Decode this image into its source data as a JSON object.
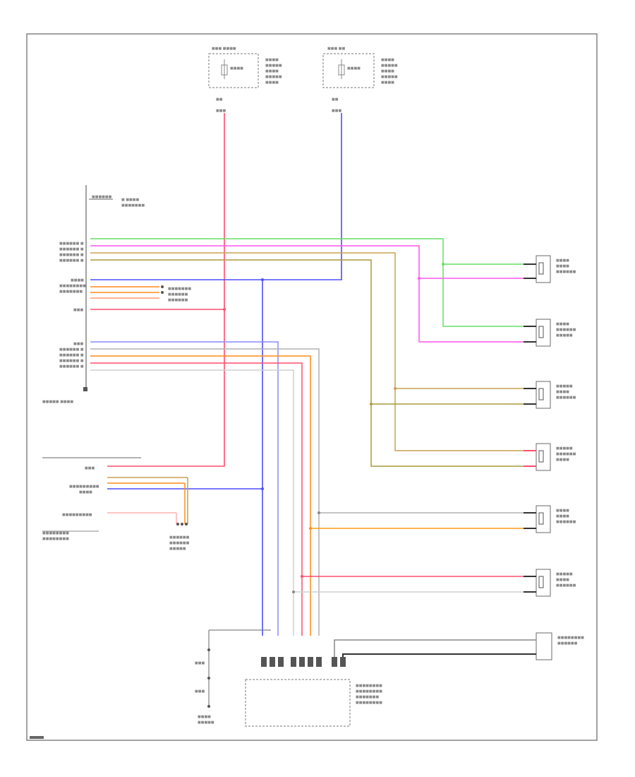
{
  "diagram": {
    "blocks": [
      {
        "id": "audio_unit",
        "label": ""
      },
      {
        "id": "fuse_left",
        "label": ""
      },
      {
        "id": "fuse_right",
        "label": ""
      },
      {
        "id": "rear_connector",
        "label": ""
      },
      {
        "id": "bottom_module",
        "label": ""
      },
      {
        "id": "ground_block",
        "label": ""
      }
    ],
    "speakers": [
      {
        "id": "spk_1",
        "label": ""
      },
      {
        "id": "spk_2",
        "label": ""
      },
      {
        "id": "spk_3",
        "label": ""
      },
      {
        "id": "spk_4",
        "label": ""
      },
      {
        "id": "spk_5",
        "label": ""
      },
      {
        "id": "spk_6",
        "label": ""
      },
      {
        "id": "spk_7",
        "label": ""
      }
    ],
    "wire_colors": {
      "power_red": "#ff4d6d",
      "battery_blue": "#4d4dff",
      "green": "#66dd66",
      "pink": "#ff55ee",
      "orange": "#ff8c1a",
      "tan": "#c8a050",
      "olive": "#a89a3c",
      "gray": "#b0b0b0",
      "light_gray": "#d0d0d0",
      "peach": "#ff9a6a"
    }
  }
}
